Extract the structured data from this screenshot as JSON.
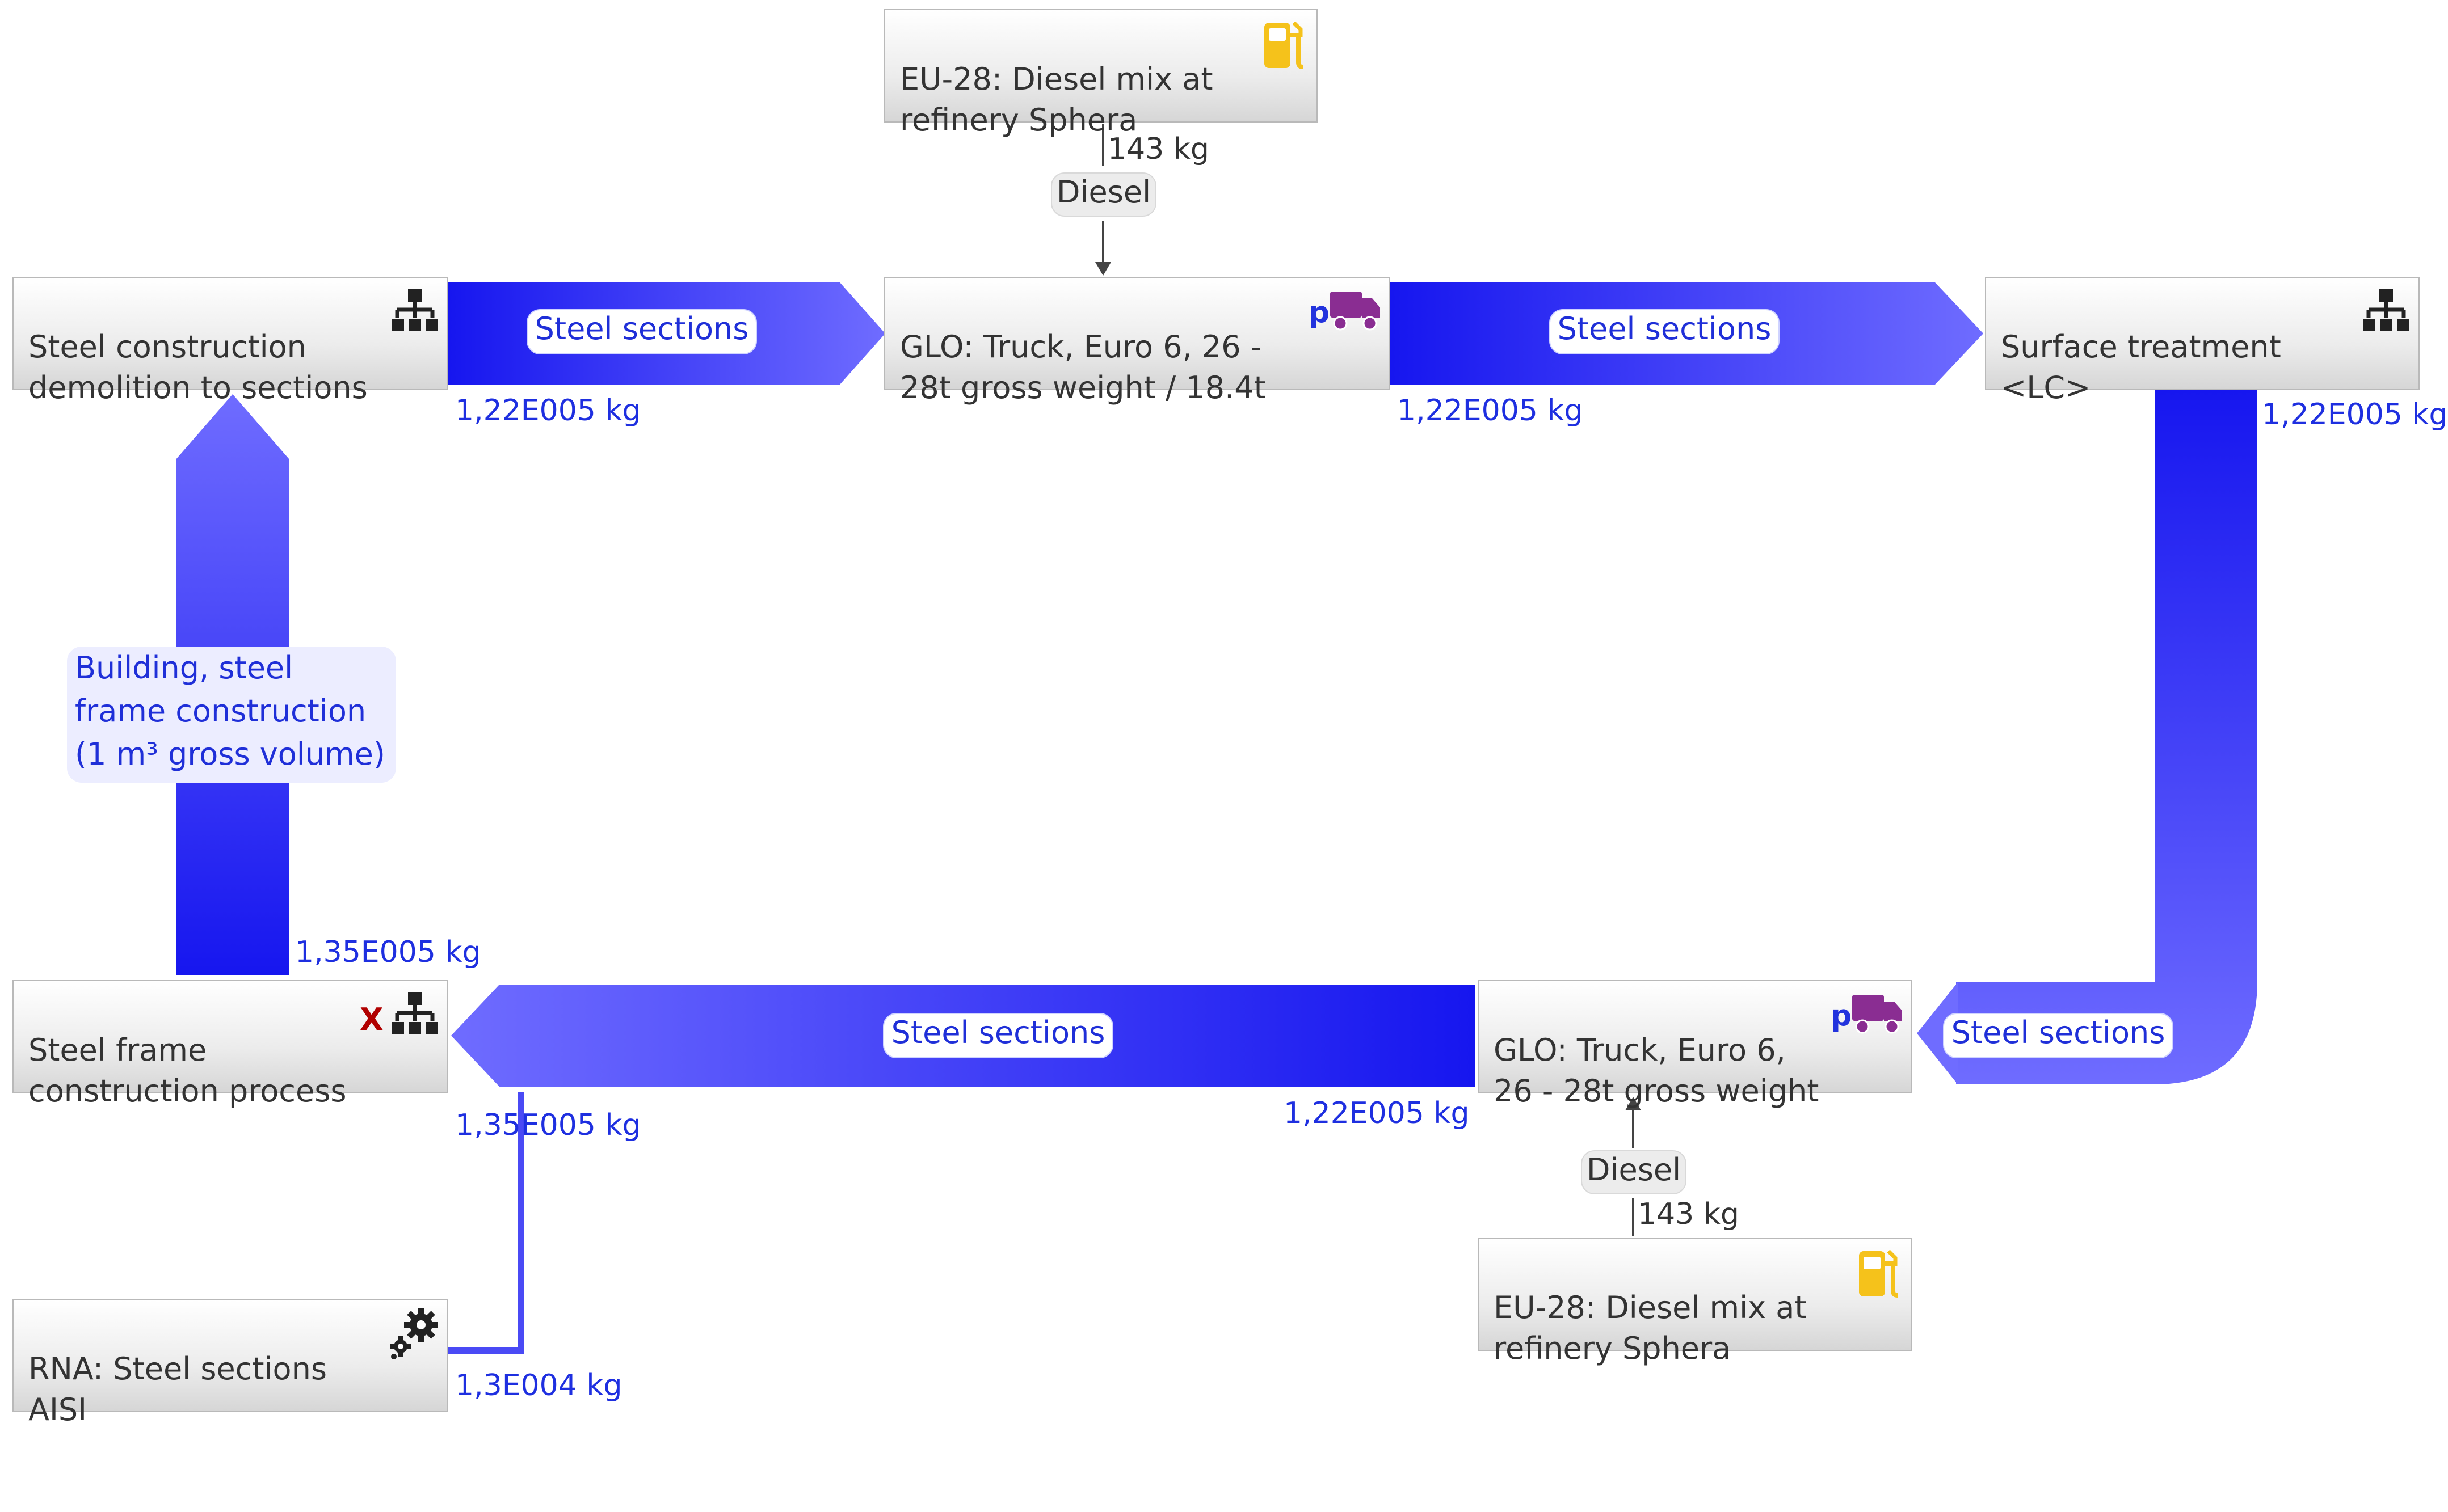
{
  "colors": {
    "flow_dark": "#1616ef",
    "flow_light": "#6f6cff",
    "amount_text": "#1e2fe0",
    "diesel_icon": "#f5c21b",
    "truck_icon": "#8a2d92",
    "plan_icon": "#222222",
    "cross_mark": "#b10000"
  },
  "nodes": {
    "diesel_top": {
      "label": "EU-28: Diesel mix at\nrefinery Sphera",
      "icon": "fuel-pump-icon"
    },
    "demolition": {
      "label": "Steel construction\ndemolition to sections",
      "icon": "plan-hierarchy-icon"
    },
    "truck_top": {
      "label": "GLO: Truck, Euro 6, 26 -\n28t gross weight / 18.4t",
      "icon": "truck-process-icon",
      "icon_letter": "p"
    },
    "surface": {
      "label": "Surface treatment\n<LC>",
      "icon": "plan-hierarchy-icon"
    },
    "frame": {
      "label": "Steel frame\nconstruction process",
      "icon": "plan-hierarchy-crossed-icon",
      "icon_letter": "X"
    },
    "truck_bottom": {
      "label": "GLO: Truck, Euro 6,\n26 - 28t gross weight",
      "icon": "truck-process-icon",
      "icon_letter": "p"
    },
    "diesel_bottom": {
      "label": "EU-28: Diesel mix at\nrefinery Sphera",
      "icon": "fuel-pump-icon"
    },
    "rna": {
      "label": "RNA: Steel sections\nAISI",
      "icon": "gears-icon"
    }
  },
  "flows": {
    "demolition_to_truck": {
      "label": "Steel sections",
      "amount": "1,22E005 kg"
    },
    "truck_to_surface": {
      "label": "Steel sections",
      "amount": "1,22E005 kg"
    },
    "surface_to_truck": {
      "label": "Steel sections",
      "amount": "1,22E005 kg"
    },
    "truck_to_frame": {
      "label": "Steel sections",
      "amount": "1,22E005 kg"
    },
    "frame_to_demolition": {
      "label": "Building, steel\nframe construction\n(1 m³ gross volume)",
      "amount": "1,35E005 kg"
    },
    "frame_in_amount": "1,35E005 kg",
    "rna_to_frame": {
      "amount": "1,3E004 kg"
    },
    "diesel_to_truck_top": {
      "label": "Diesel",
      "amount": "143 kg"
    },
    "diesel_to_truck_bottom": {
      "label": "Diesel",
      "amount": "143 kg"
    }
  }
}
